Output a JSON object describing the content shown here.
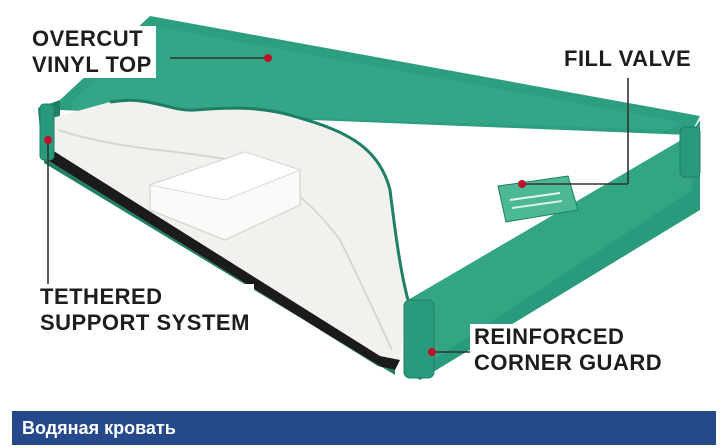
{
  "figure": {
    "labels": {
      "overcut_vinyl_top": [
        "OVERCUT",
        "VINYL TOP"
      ],
      "fill_valve": "FILL VALVE",
      "tethered_support_system": [
        "TETHERED",
        "SUPPORT SYSTEM"
      ],
      "reinforced_corner_guard": [
        "REINFORCED",
        "CORNER GUARD"
      ]
    },
    "colors": {
      "vinyl": "#2a9a7c",
      "vinyl_dark": "#1f7f66",
      "callout_dot": "#c0102a",
      "inner_fill": "#f1f1ee",
      "caption_bg": "#25498a"
    }
  },
  "caption": {
    "title": "Водяная кровать"
  }
}
